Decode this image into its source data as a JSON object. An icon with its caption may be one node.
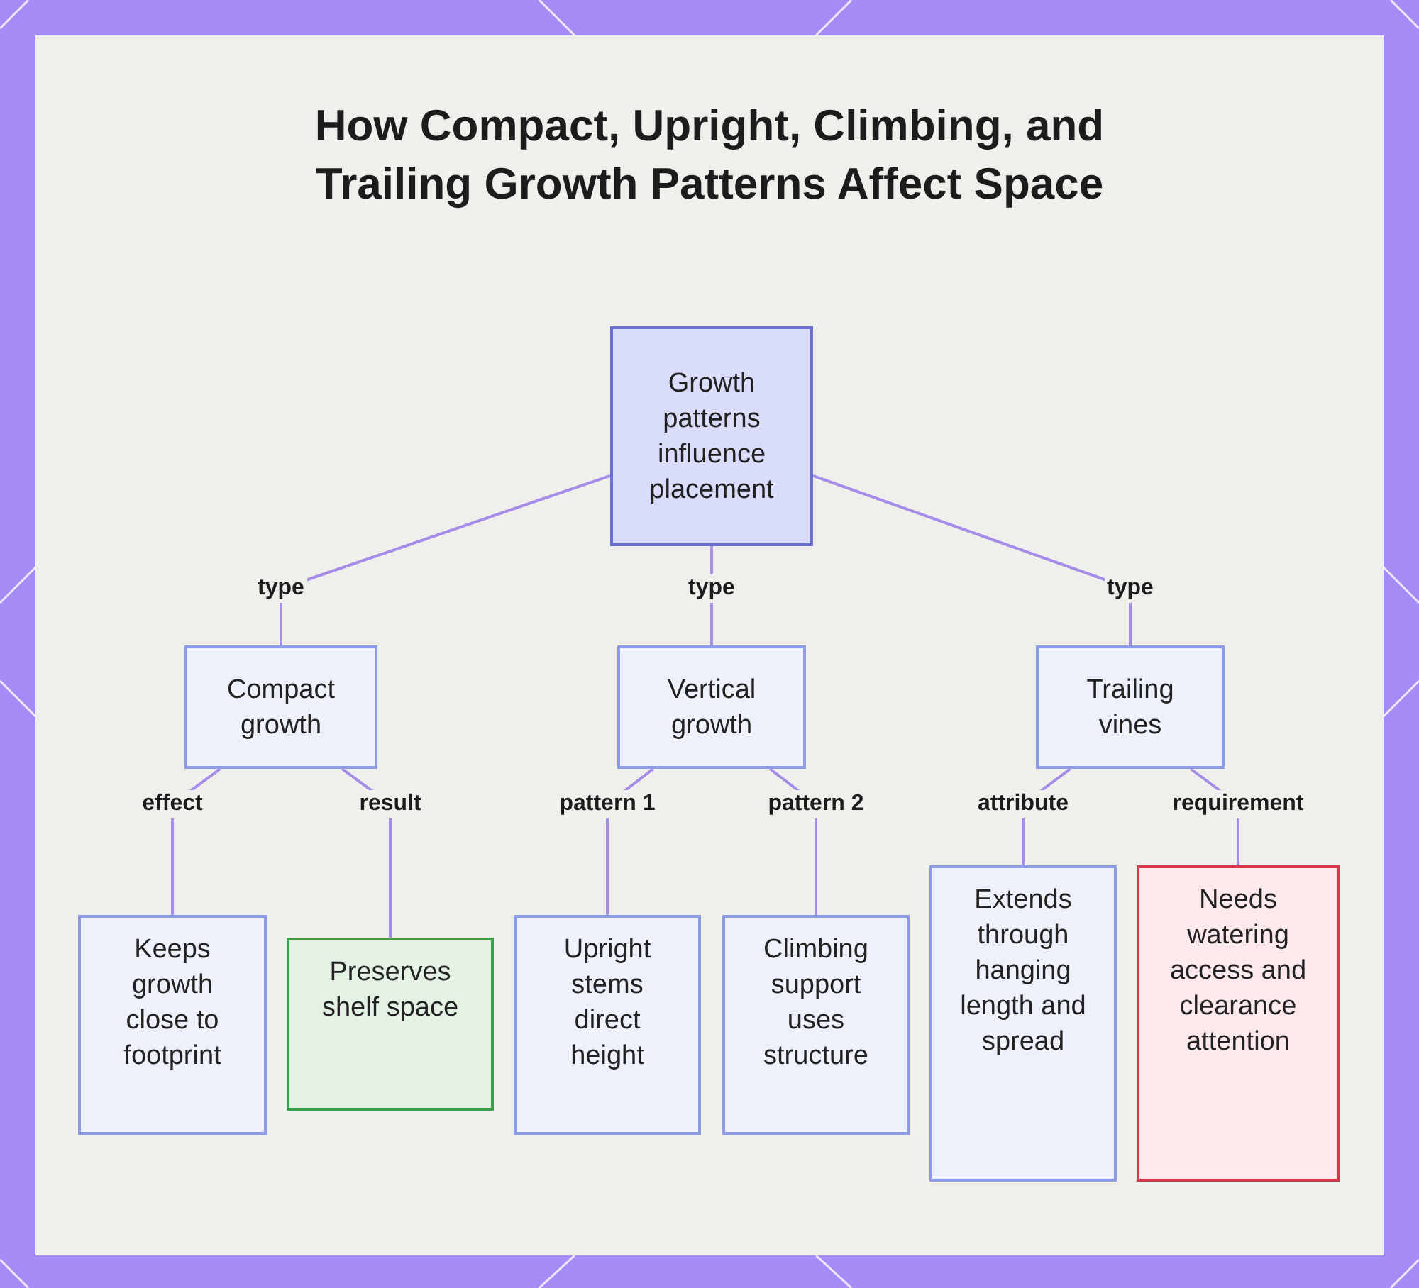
{
  "diagram": {
    "title": "How Compact, Upright, Climbing, and Trailing Growth Patterns Affect Space",
    "nodes": [
      {
        "text": [
          "Growth patterns influence placement"
        ]
      },
      {
        "text": [
          "Compact growth"
        ]
      },
      {
        "text": [
          "Vertical growth"
        ]
      },
      {
        "text": [
          "Trailing vines"
        ]
      },
      {
        "text": [
          "Keeps growth close to footprint"
        ]
      },
      {
        "text": [
          "Preserves shelf space"
        ]
      },
      {
        "text": [
          "Upright stems direct height"
        ]
      },
      {
        "text": [
          "Climbing support uses structure"
        ]
      },
      {
        "text": [
          "Extends through hanging length and spread"
        ]
      },
      {
        "text": [
          "Needs watering access and clearance attention"
        ]
      }
    ],
    "edges": [
      {
        "from": 0,
        "to": 1,
        "arrow": "none",
        "label": "type"
      },
      {
        "from": 0,
        "to": 2,
        "arrow": "none",
        "label": "type"
      },
      {
        "from": 0,
        "to": 3,
        "arrow": "none",
        "label": "type"
      },
      {
        "from": 1,
        "to": 4,
        "arrow": "none",
        "label": "effect"
      },
      {
        "from": 1,
        "to": 5,
        "arrow": "none",
        "label": "result"
      },
      {
        "from": 2,
        "to": 6,
        "arrow": "none",
        "label": "pattern 1"
      },
      {
        "from": 2,
        "to": 7,
        "arrow": "none",
        "label": "pattern 2"
      },
      {
        "from": 3,
        "to": 8,
        "arrow": "none",
        "label": "attribute"
      },
      {
        "from": 3,
        "to": 9,
        "arrow": "none",
        "label": "requirement"
      }
    ]
  }
}
